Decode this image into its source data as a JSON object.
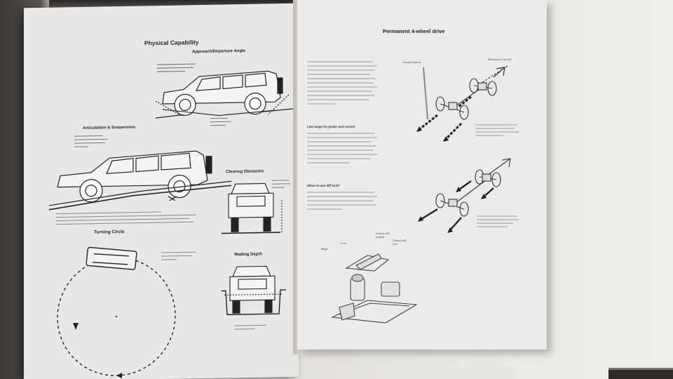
{
  "left_page": {
    "headings": {
      "physical_capability": "Physical Capability",
      "approach_departure": "Approach/Departure Angle",
      "articulation": "Articulation & Suspension",
      "clearing_obstacles": "Clearing Obstacles",
      "turning_circle": "Turning Circle",
      "wading_depth": "Wading Depth"
    }
  },
  "right_page": {
    "heading": "Permanent 4-wheel drive",
    "sections": [
      {
        "title": "Low range for power and control"
      },
      {
        "title": "When to use diff lock?"
      }
    ],
    "diagram_labels": {
      "ground_speed": "Ground Speed",
      "direction_of_travel": "Direction of travel",
      "gear_high": "High",
      "gear_low": "Low",
      "centre_diff_locked": "Centre diff locked",
      "centre_diff_free": "Centre diff free"
    }
  }
}
